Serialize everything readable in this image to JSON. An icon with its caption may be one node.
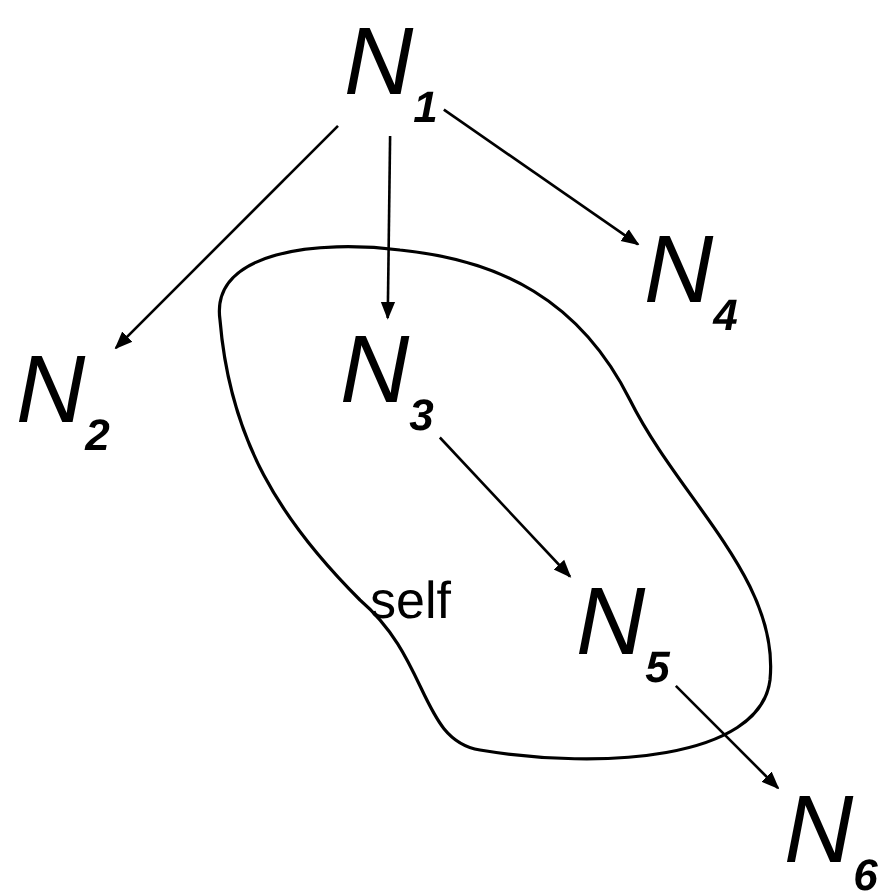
{
  "diagram": {
    "nodes": [
      {
        "text": [
          "N$_{1}$"
        ]
      },
      {
        "text": [
          "N$_{2}$"
        ]
      },
      {
        "text": [
          "self"
        ]
      },
      {
        "text": [
          "N$_{3}$"
        ],
        "in": 2
      },
      {
        "text": [
          "N$_{4}$"
        ]
      },
      {
        "text": [
          "N$_{5}$"
        ],
        "in": 2
      },
      {
        "text": [
          "N$_{6}$"
        ]
      }
    ],
    "edges": [
      {
        "from": 0,
        "to": 1,
        "arrow": "to"
      },
      {
        "from": 0,
        "to": 3,
        "arrow": "to"
      },
      {
        "from": 0,
        "to": 4,
        "arrow": "to"
      },
      {
        "from": 3,
        "to": 5,
        "arrow": "to"
      },
      {
        "from": 5,
        "to": 6,
        "arrow": "to"
      }
    ]
  }
}
